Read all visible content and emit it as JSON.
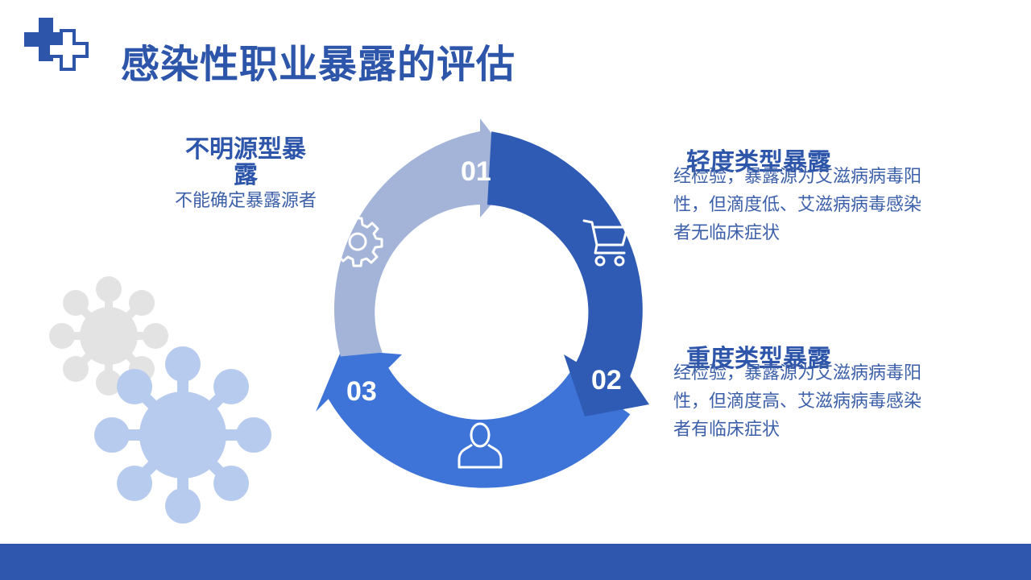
{
  "title": "感染性职业暴露的评估",
  "colors": {
    "primary": "#2d55aa",
    "segment_light": "#a3b4d8",
    "segment_dark": "#2f5bb5",
    "segment_mid": "#3e74d8",
    "virus_gray": "#e3e3e3",
    "virus_blue": "#b7cbef",
    "footer": "#2f57ad"
  },
  "cycle": {
    "segments": [
      {
        "number": "01",
        "icon": "gear-icon"
      },
      {
        "number": "02",
        "icon": "shopping-cart-icon"
      },
      {
        "number": "03",
        "icon": "user-icon"
      }
    ]
  },
  "blocks": {
    "unknown": {
      "heading": "不明源型暴露",
      "body": "不能确定暴露源者"
    },
    "mild": {
      "heading": "轻度类型暴露",
      "body": "经检验，暴露源为艾滋病病毒阳性，但滴度低、艾滋病病毒感染者无临床症状"
    },
    "severe": {
      "heading": "重度类型暴露",
      "body": "经检验，暴露源为艾滋病病毒阳性，但滴度高、艾滋病病毒感染者有临床症状"
    }
  }
}
